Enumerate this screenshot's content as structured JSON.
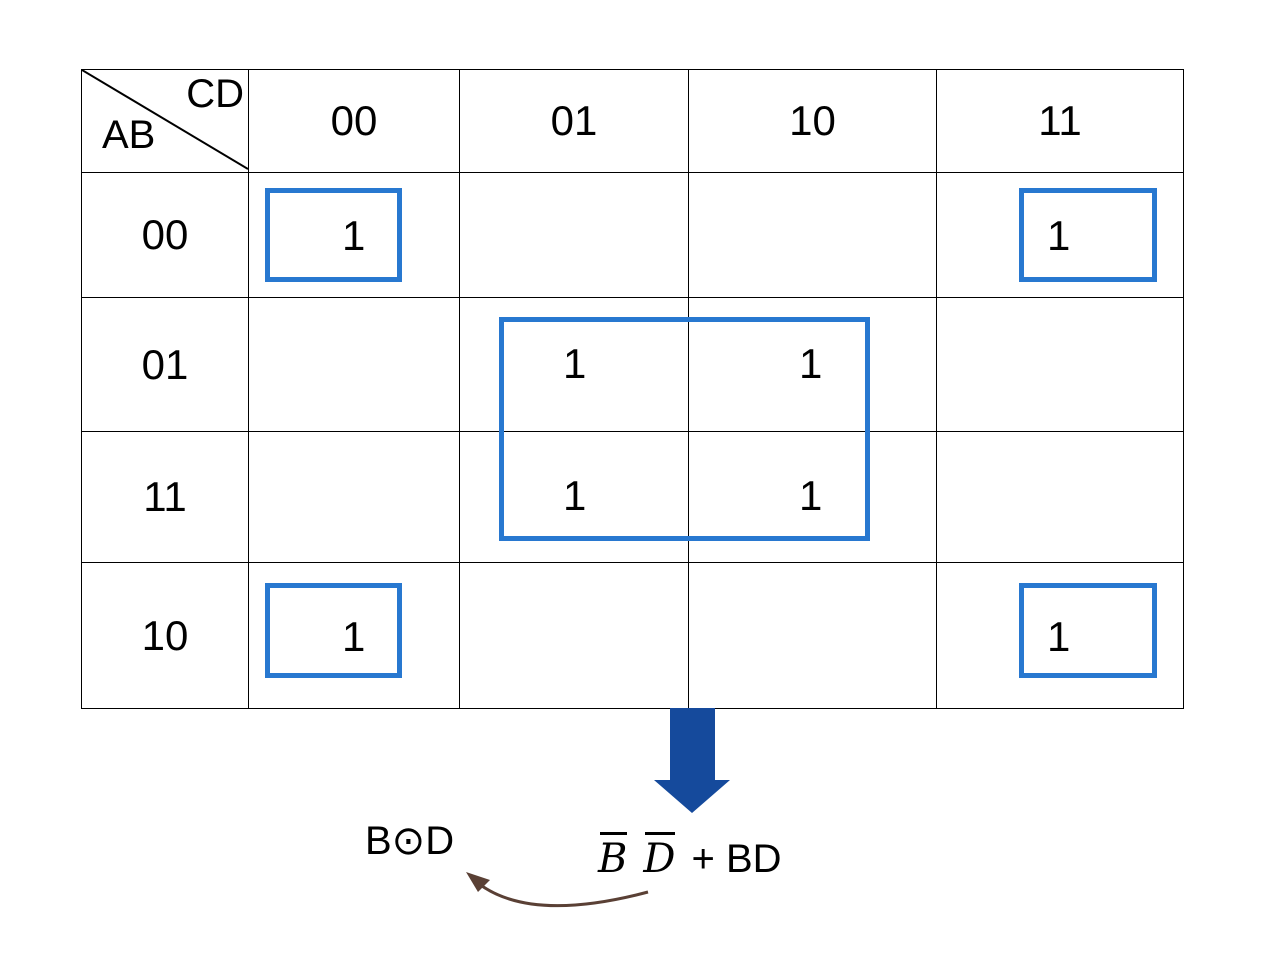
{
  "kmap": {
    "row_var": "AB",
    "col_var": "CD",
    "col_headers": [
      "00",
      "01",
      "10",
      "11"
    ],
    "row_headers": [
      "00",
      "01",
      "11",
      "10"
    ],
    "cells": [
      [
        "1",
        "",
        "",
        "1"
      ],
      [
        "",
        "1",
        "1",
        ""
      ],
      [
        "",
        "1",
        "1",
        ""
      ],
      [
        "1",
        "",
        "",
        "1"
      ]
    ],
    "group_color": "#2878d0"
  },
  "arrow_color": "#154a9c",
  "expression": {
    "term1_a": "B",
    "term1_b": "D",
    "rest": "+ BD"
  },
  "result": "B⊙D",
  "curve_color": "#5a4035"
}
